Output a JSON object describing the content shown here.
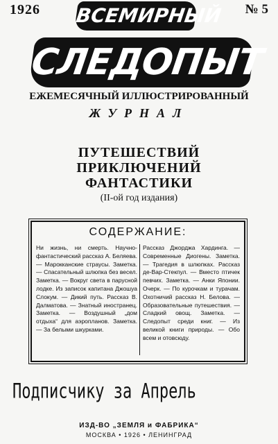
{
  "header": {
    "year": "1926",
    "issue": "№ 5",
    "logo_top": "ВСЕМИРНЫЙ",
    "logo_main": "СЛЕДОПЫТ"
  },
  "subtitle": {
    "line1": "ЕЖЕМЕСЯЧНЫЙ ИЛЛЮСТРИРОВАННЫЙ",
    "line2": "ЖУРНАЛ"
  },
  "genres": [
    "ПУТЕШЕСТВИЙ",
    "ПРИКЛЮЧЕНИЙ",
    "ФАНТАСТИКИ"
  ],
  "edition": "(II-ой год издания)",
  "contents": {
    "title": "СОДЕРЖАНИЕ:",
    "left": "Ни жизнь, ни смерть. Научно-фантастический рассказ А. Беляева. — Марокканские страусы. Заметка. — Спасательный шлюпка без весел. Заметка. — Вокруг света в парусной лодке. Из записок капитана Джошуа Слокум. — Дикий путь. Рассказ В. Далматова. — Знатный иностранец. Заметка. — Воздушный „дом отдыха“ для аэропланов. Заметка. — За белыми шкурками.",
    "right": "Рассказ Джорджа Хардинга. — Современные Диогены. Заметка. — Трагедия в шлюпках. Рассказ де-Вар-Стекпул. — Вместо птичек певчих. Заметка. — Анки Японии. Очерк. — По курочкам и турачам. Охотничий рассказ Н. Белова. — Образовательные путешествия. — Сладкий овощ. Заметка. — Следопыт среди книг. — Из великой книги природы. — Обо всем и отовсюду."
  },
  "stamp": "Подписчику за Апрель",
  "footer": {
    "publisher": "ИЗД-ВО „ЗЕМЛЯ и ФАБРИКА“",
    "cities": "МОСКВА • 1926 • ЛЕНИНГРАД"
  }
}
